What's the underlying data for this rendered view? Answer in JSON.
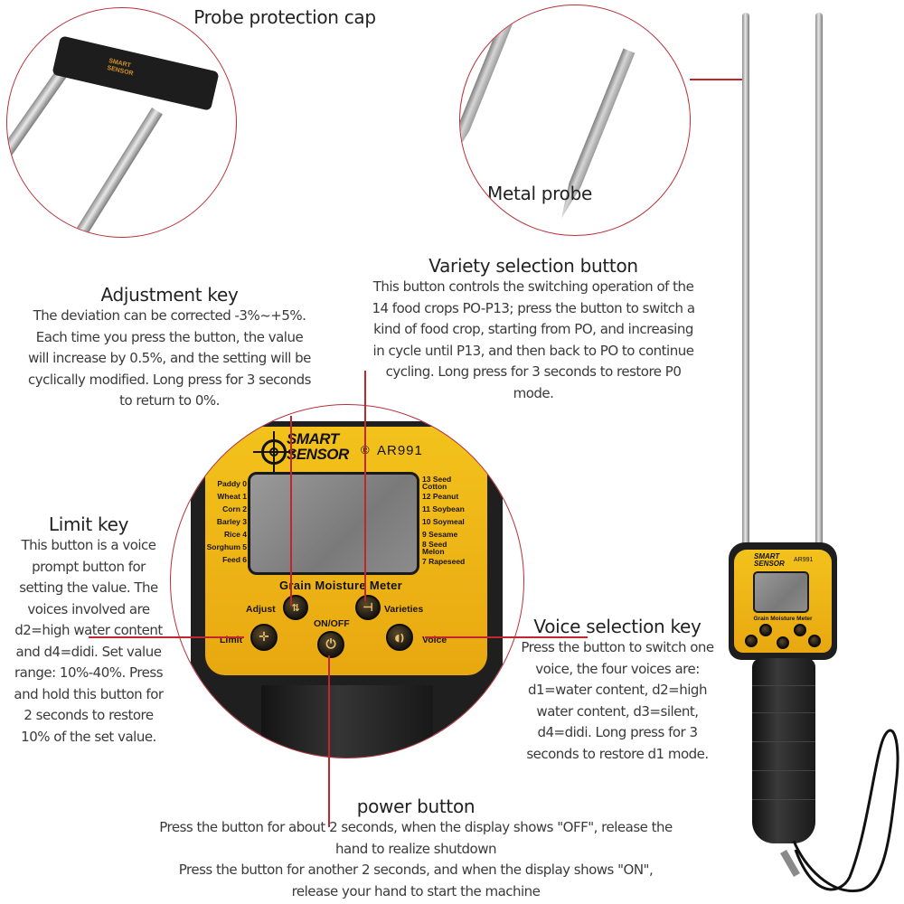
{
  "callouts": {
    "probe_cap": {
      "title": "Probe protection cap"
    },
    "metal_probe": {
      "title": "Metal probe"
    },
    "adjustment_key": {
      "title": "Adjustment key",
      "body": "The deviation can be corrected -3%~+5%.\nEach time you press the button, the value\nwill increase by 0.5%, and the setting will be\ncyclically modified. Long press for 3 seconds\nto return to 0%."
    },
    "variety_selection": {
      "title": "Variety selection button",
      "body": "This button controls the switching operation of the\n14 food crops PO-P13; press the button to switch a\nkind of food crop, starting from PO, and increasing\nin cycle until P13, and then back to PO to continue\ncycling. Long press for 3 seconds to restore P0\nmode."
    },
    "limit_key": {
      "title": "Limit key",
      "body": "This button is a voice\nprompt button for\nsetting the value. The\nvoices involved are\nd2=high water content\nand d4=didi. Set value\nrange: 10%-40%. Press\nand hold this button for\n2 seconds to restore\n10% of the set value."
    },
    "voice_selection": {
      "title": "Voice selection key",
      "body": "Press the button to switch one\nvoice, the four voices are:\nd1=water content, d2=high\nwater content, d3=silent,\nd4=didi. Long press for 3\nseconds to restore d1 mode."
    },
    "power_button": {
      "title": "power button",
      "body": "Press the button for about 2 seconds, when the display shows \"OFF\", release the\nhand to realize shutdown\nPress the button for another 2 seconds, and when the display shows \"ON\",\nrelease your hand to start the machine"
    }
  },
  "device": {
    "brand_line1": "SMART",
    "brand_line2": "SENSOR",
    "registered": "®",
    "model": "AR991",
    "product_name": "Grain Moisture Meter",
    "cap_brand": "SMART SENSOR",
    "crops_left": [
      "Paddy 0",
      "Wheat 1",
      "Corn 2",
      "Barley 3",
      "Rice 4",
      "Sorghum 5",
      "Feed 6"
    ],
    "crops_right": [
      "13 Seed Cotton",
      "12 Peanut",
      "11 Soybean",
      "10 Soymeal",
      "9 Sesame",
      "8 Seed Melon",
      "7 Rapeseed"
    ],
    "buttons": {
      "adjust": "Adjust",
      "varieties": "Varieties",
      "on_off": "ON/OFF",
      "limit": "Limit",
      "voice": "Voice"
    }
  },
  "colors": {
    "callout_line": "#c0262d",
    "device_yellow": "#f0b818",
    "device_body": "#1c1c1c"
  }
}
